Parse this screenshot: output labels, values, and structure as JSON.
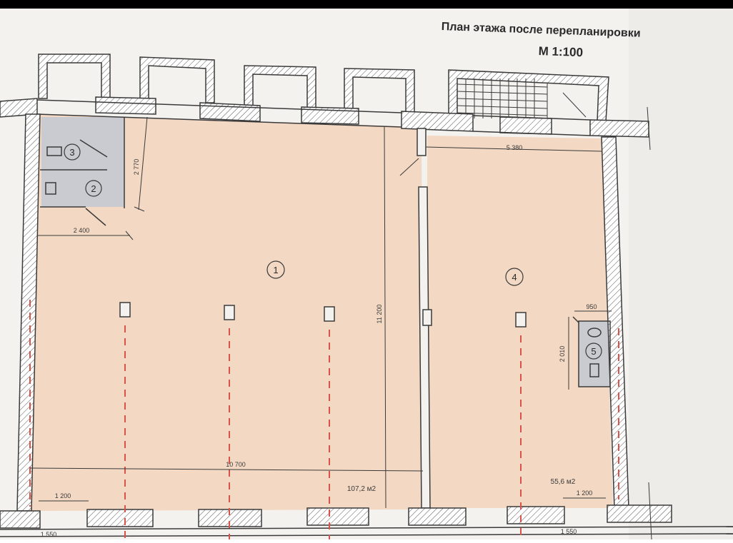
{
  "plan": {
    "title": "План этажа после перепланировки",
    "scale": "М 1:100"
  },
  "rooms": {
    "r1": "1",
    "r2": "2",
    "r3": "3",
    "r4": "4",
    "r5": "5"
  },
  "areas": {
    "room1": "107,2 м2",
    "room4": "55,6 м2"
  },
  "dimensions": {
    "d_2770": "2 770",
    "d_2400": "2 400",
    "d_11200": "11 200",
    "d_10700": "10 700",
    "d_1200_left": "1 200",
    "d_1200_right": "1 200",
    "d_5380": "5 380",
    "d_950": "950",
    "d_2010": "2 010",
    "d_1550_left": "1 550",
    "d_1550_right": "1 550"
  },
  "colors": {
    "room_fill": "#f3d8c3",
    "wc_fill": "#c9cbd0",
    "wall_line": "#3a3a3a",
    "axis_red": "#d9534a",
    "paper": "#f4f2ef"
  }
}
